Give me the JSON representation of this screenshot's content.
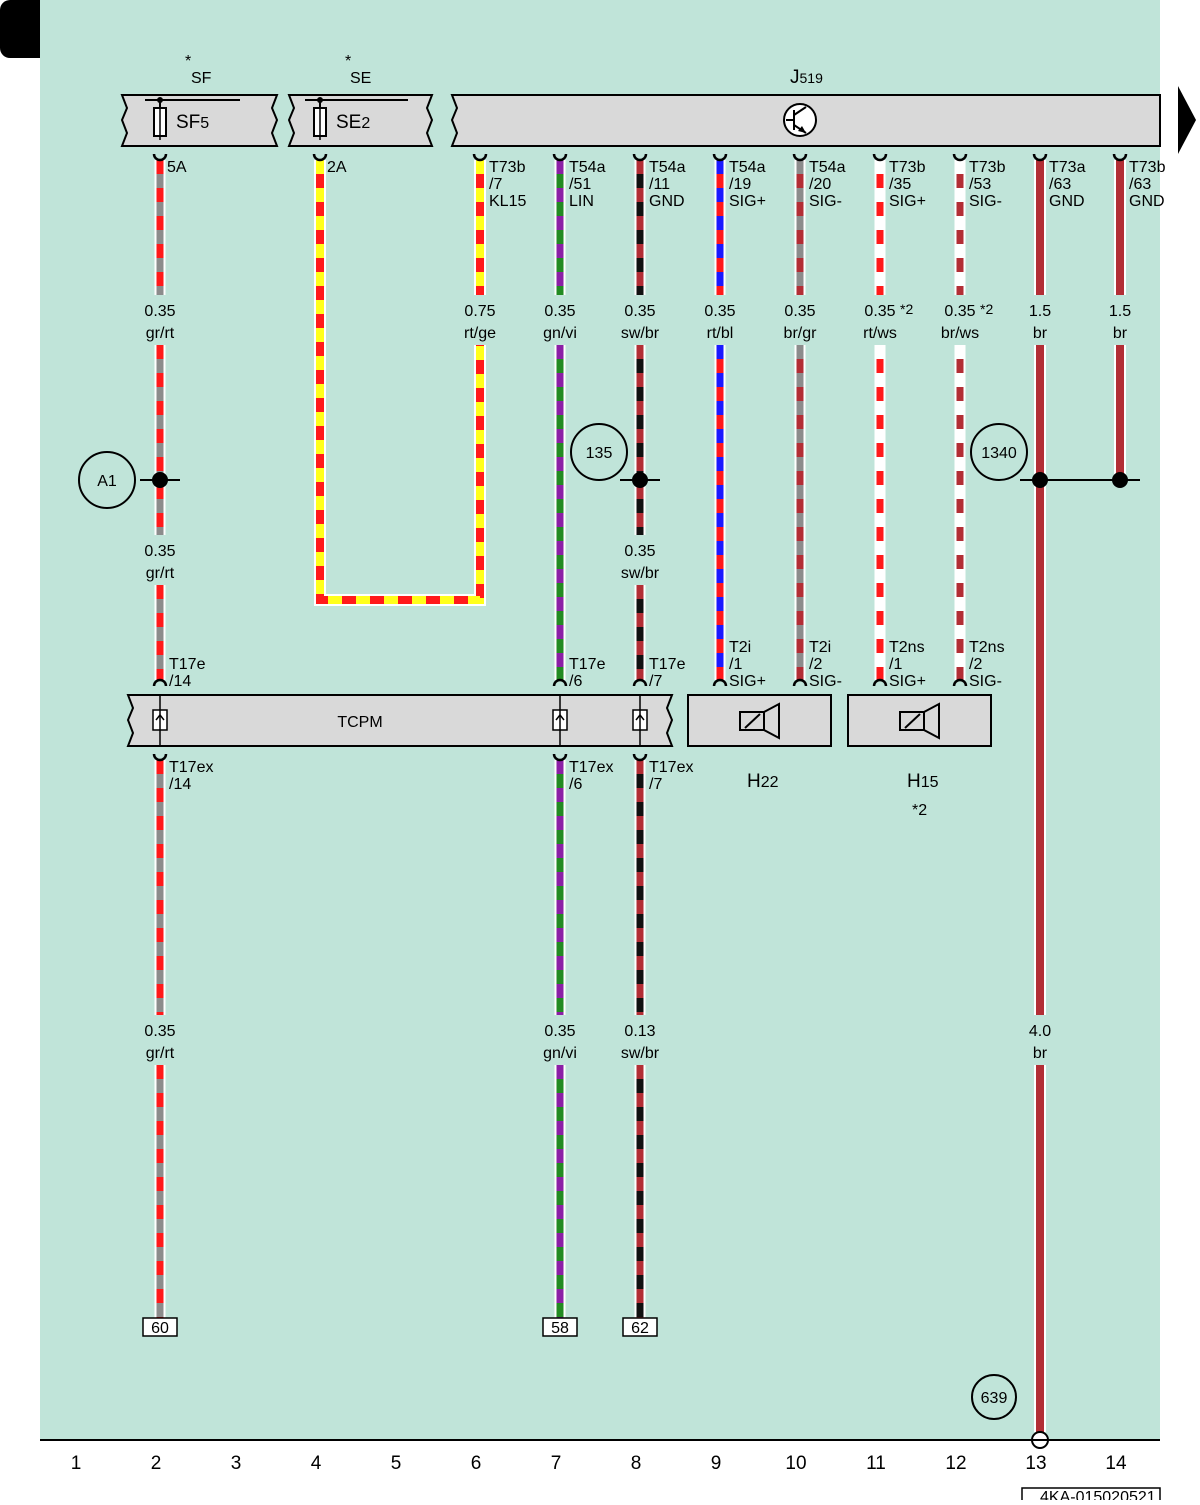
{
  "diagram": {
    "background_color": "#c0e4d9",
    "doc_number": "4KA-015020521",
    "column_numbers": [
      "1",
      "2",
      "3",
      "4",
      "5",
      "6",
      "7",
      "8",
      "9",
      "10",
      "11",
      "12",
      "13",
      "14"
    ],
    "fuses": [
      {
        "id": "SF5",
        "label_main": "SF",
        "label_sub": "5",
        "holder": "SF",
        "star": "*",
        "rating": "5A"
      },
      {
        "id": "SE2",
        "label_main": "SE",
        "label_sub": "2",
        "holder": "SE",
        "star": "*",
        "rating": "2A"
      }
    ],
    "module_j519": {
      "label_main": "J",
      "label_sub": "519",
      "icon": "transistor-icon"
    },
    "module_tcpm": {
      "label": "TCPM"
    },
    "horn_h22": {
      "label_main": "H",
      "label_sub": "22",
      "icon": "horn-icon"
    },
    "horn_h15": {
      "label_main": "H",
      "label_sub": "15",
      "note": "*2",
      "icon": "horn-icon"
    },
    "j519_pins": [
      {
        "col": "6",
        "lines": [
          "T73b",
          "/7",
          "KL15"
        ]
      },
      {
        "col": "7",
        "lines": [
          "T54a",
          "/51",
          "LIN"
        ]
      },
      {
        "col": "8",
        "lines": [
          "T54a",
          "/11",
          "GND"
        ]
      },
      {
        "col": "9",
        "lines": [
          "T54a",
          "/19",
          "SIG+"
        ]
      },
      {
        "col": "10",
        "lines": [
          "T54a",
          "/20",
          "SIG-"
        ]
      },
      {
        "col": "11",
        "lines": [
          "T73b",
          "/35",
          "SIG+"
        ]
      },
      {
        "col": "12",
        "lines": [
          "T73b",
          "/53",
          "SIG-"
        ]
      },
      {
        "col": "13",
        "lines": [
          "T73a",
          "/63",
          "GND"
        ]
      },
      {
        "col": "14",
        "lines": [
          "T73b",
          "/63",
          "GND"
        ]
      }
    ],
    "wire_labels_upper": [
      {
        "col": "2",
        "size": "0.35",
        "color": "gr/rt"
      },
      {
        "col": "6",
        "size": "0.75",
        "color": "rt/ge"
      },
      {
        "col": "7",
        "size": "0.35",
        "color": "gn/vi"
      },
      {
        "col": "8",
        "size": "0.35",
        "color": "sw/br"
      },
      {
        "col": "9",
        "size": "0.35",
        "color": "rt/bl"
      },
      {
        "col": "10",
        "size": "0.35",
        "color": "br/gr"
      },
      {
        "col": "11",
        "size": "0.35",
        "color": "rt/ws",
        "note": "*2"
      },
      {
        "col": "12",
        "size": "0.35",
        "color": "br/ws",
        "note": "*2"
      },
      {
        "col": "13",
        "size": "1.5",
        "color": "br"
      },
      {
        "col": "14",
        "size": "1.5",
        "color": "br"
      }
    ],
    "wire_labels_middle": [
      {
        "col": "2",
        "size": "0.35",
        "color": "gr/rt"
      },
      {
        "col": "8",
        "size": "0.35",
        "color": "sw/br"
      }
    ],
    "wire_labels_lower": [
      {
        "col": "2",
        "size": "0.35",
        "color": "gr/rt"
      },
      {
        "col": "7",
        "size": "0.35",
        "color": "gn/vi"
      },
      {
        "col": "8",
        "size": "0.13",
        "color": "sw/br"
      },
      {
        "col": "13",
        "size": "4.0",
        "color": "br"
      }
    ],
    "tcpm_pins_top": [
      {
        "col": "2",
        "lines": [
          "T17e",
          "/14"
        ]
      },
      {
        "col": "7",
        "lines": [
          "T17e",
          "/6"
        ]
      },
      {
        "col": "8",
        "lines": [
          "T17e",
          "/7"
        ]
      }
    ],
    "tcpm_pins_bottom": [
      {
        "col": "2",
        "lines": [
          "T17ex",
          "/14"
        ]
      },
      {
        "col": "7",
        "lines": [
          "T17ex",
          "/6"
        ]
      },
      {
        "col": "8",
        "lines": [
          "T17ex",
          "/7"
        ]
      }
    ],
    "horn_pins": [
      {
        "col": "9",
        "lines": [
          "T2i",
          "/1",
          "SIG+"
        ]
      },
      {
        "col": "10",
        "lines": [
          "T2i",
          "/2",
          "SIG-"
        ]
      },
      {
        "col": "11",
        "lines": [
          "T2ns",
          "/1",
          "SIG+"
        ]
      },
      {
        "col": "12",
        "lines": [
          "T2ns",
          "/2",
          "SIG-"
        ]
      }
    ],
    "connection_points": [
      "A1",
      "135",
      "1340",
      "639"
    ],
    "continuation_refs": [
      {
        "col": "2",
        "target": "60"
      },
      {
        "col": "7",
        "target": "58"
      },
      {
        "col": "8",
        "target": "62"
      }
    ],
    "wire_colors": {
      "gr": "#8c8c8c",
      "rt": "#ff1a1a",
      "ge": "#ffff1a",
      "gn": "#228b22",
      "vi": "#8b1fa6",
      "sw": "#111111",
      "br": "#b22e35",
      "bl": "#1a1aff",
      "ws": "#ffffff"
    }
  }
}
